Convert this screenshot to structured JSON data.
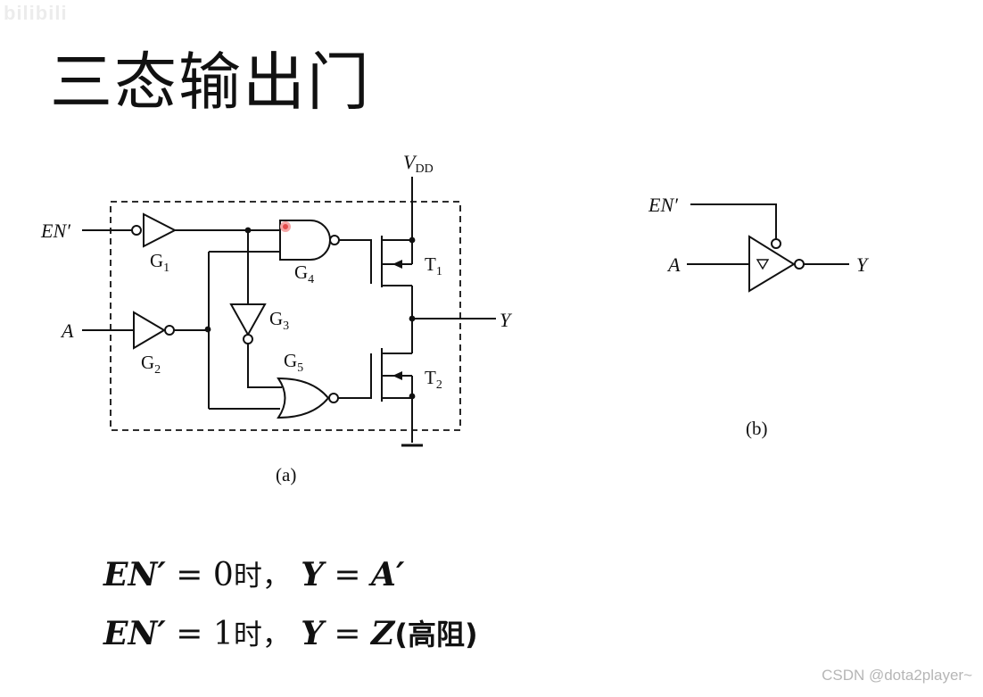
{
  "watermark_top": "bilibili",
  "title": "三态输出门",
  "circuit_a": {
    "inputs": {
      "en": "EN′",
      "a": "A"
    },
    "output": "Y",
    "supply": {
      "v": "V",
      "sub": "DD"
    },
    "gates": [
      {
        "letter": "G",
        "sub": "1"
      },
      {
        "letter": "G",
        "sub": "2"
      },
      {
        "letter": "G",
        "sub": "3"
      },
      {
        "letter": "G",
        "sub": "4"
      },
      {
        "letter": "G",
        "sub": "5"
      }
    ],
    "transistors": [
      {
        "letter": "T",
        "sub": "1"
      },
      {
        "letter": "T",
        "sub": "2"
      }
    ],
    "caption": "(a)"
  },
  "symbol_b": {
    "en": "EN′",
    "a": "A",
    "y": "Y",
    "caption": "(b)"
  },
  "formulas": [
    {
      "lhs": "EN′",
      "eq": " = ",
      "val": "0",
      "cond": "时，",
      "y": "Y",
      "eq2": " = ",
      "res": "A′",
      "note": ""
    },
    {
      "lhs": "EN′",
      "eq": " = ",
      "val": "1",
      "cond": "时，",
      "y": "Y",
      "eq2": " = ",
      "res": "Z",
      "note": "(高阻)"
    }
  ],
  "watermark_bottom": "CSDN @dota2player~"
}
